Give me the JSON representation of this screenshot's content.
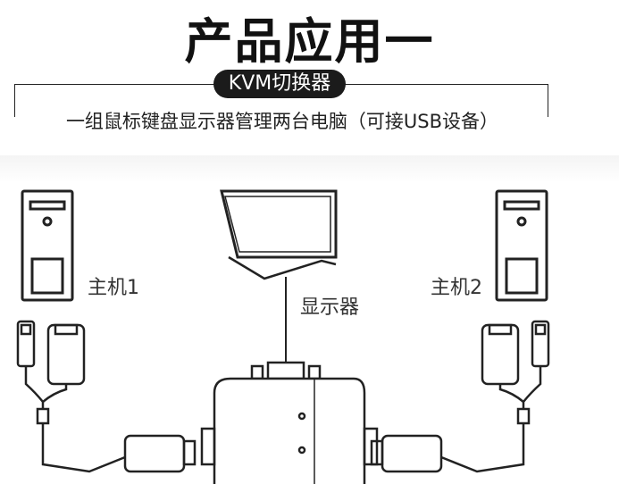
{
  "title": "产品应用一",
  "badge": "KVM切换器",
  "subtitle": "一组鼠标键盘显示器管理两台电脑（可接USB设备）",
  "labels": {
    "host1": "主机1",
    "host2": "主机2",
    "monitor": "显示器"
  },
  "colors": {
    "badge_bg": "#1b1b1b",
    "line": "#222222"
  }
}
